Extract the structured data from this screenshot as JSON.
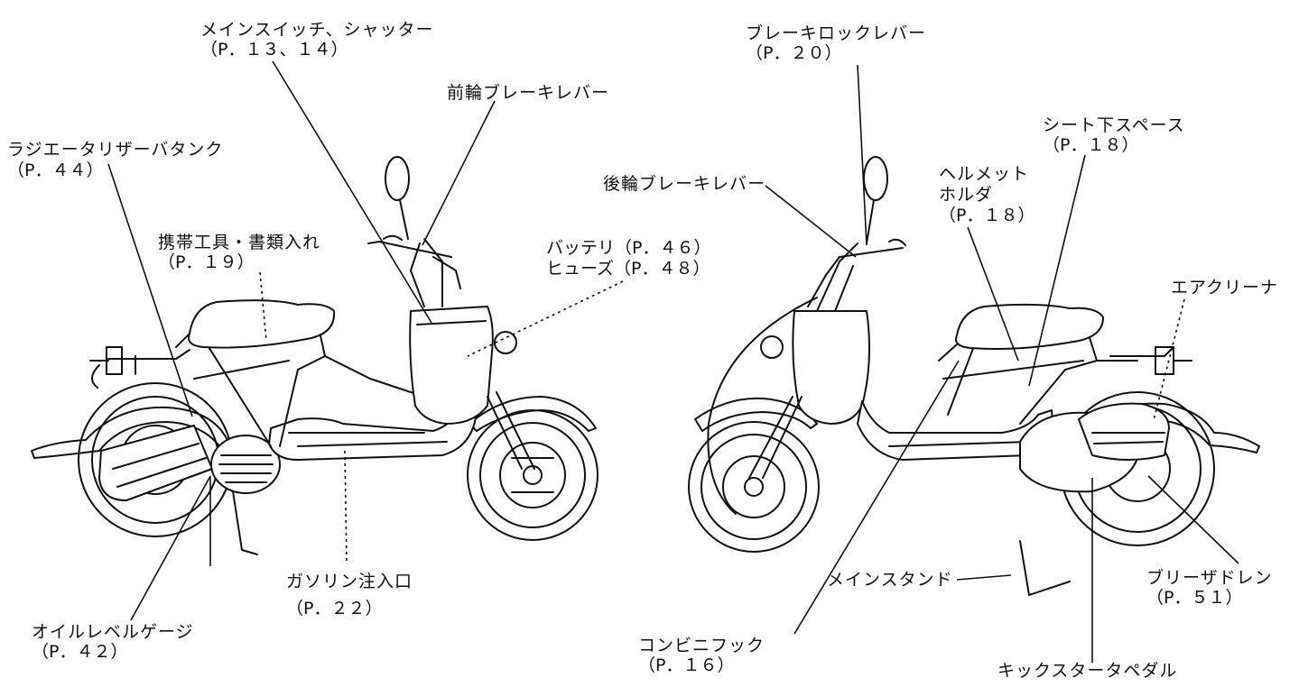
{
  "labels": {
    "main_switch": "メインスイッチ、シャッター",
    "main_switch_page": "（P．１３、１４）",
    "radiator_tank": "ラジエータリザーバタンク",
    "radiator_tank_page": "（P．４４）",
    "tool_storage": "携帯工具・書類入れ",
    "tool_storage_page": "（P．１９）",
    "front_brake_lever": "前輪ブレーキレバー",
    "battery": "バッテリ（P．４６）",
    "fuse": "ヒューズ（P．４８）",
    "fuel_inlet": "ガソリン注入口",
    "fuel_inlet_page": "（P．２２）",
    "oil_level_gauge": "オイルレベルゲージ",
    "oil_level_gauge_page": "（P．４２）",
    "brake_lock_lever": "ブレーキロックレバー",
    "brake_lock_lever_page": "（P．２０）",
    "rear_brake_lever": "後輪ブレーキレバー",
    "under_seat_space": "シート下スペース",
    "under_seat_space_page": "（P．１８）",
    "helmet_holder_1": "ヘルメット",
    "helmet_holder_2": "ホルダ",
    "helmet_holder_page": "（P．１８）",
    "air_cleaner": "エアクリーナ",
    "main_stand": "メインスタンド",
    "breather_drain": "ブリーザドレン",
    "breather_drain_page": "（P．５１）",
    "convenience_hook": "コンビニフック",
    "convenience_hook_page": "（P．１６）",
    "kick_starter_pedal": "キックスタータペダル"
  },
  "colors": {
    "line": "#111111",
    "fill": "#ffffff",
    "dark": "#333333"
  }
}
